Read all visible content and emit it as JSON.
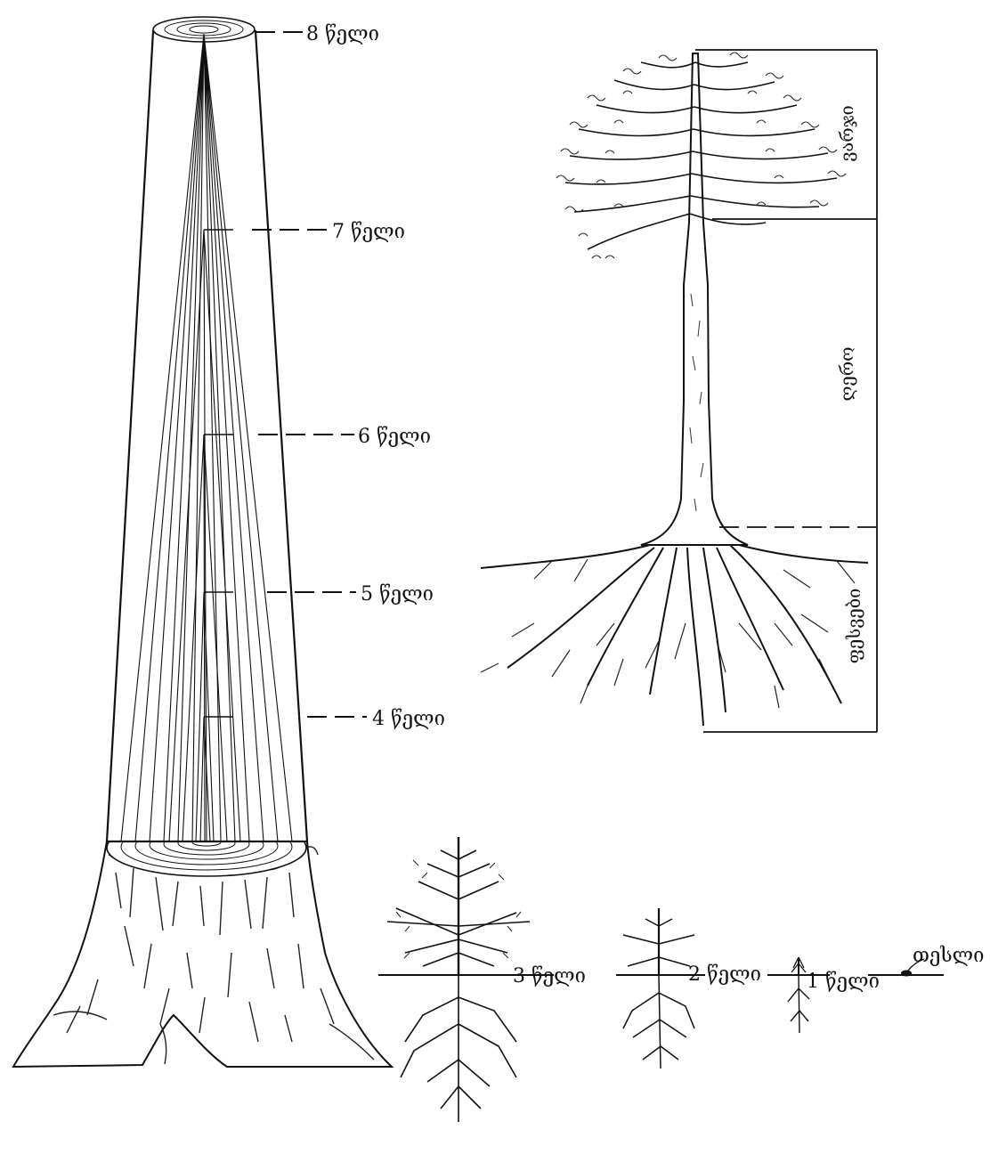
{
  "diagram": {
    "trunk_year_labels": {
      "y8": "8 წელი",
      "y7": "7 წელი",
      "y6": "6 წელი",
      "y5": "5 წელი",
      "y4": "4 წელი"
    },
    "seedling_labels": {
      "y3": "3 წელი",
      "y2": "2 წელი",
      "y1": "1 წელი",
      "seed": "თესლი"
    },
    "tree_part_labels": {
      "crown": "ვარჯი",
      "trunk": "ღერო",
      "roots": "ფესვები"
    }
  }
}
